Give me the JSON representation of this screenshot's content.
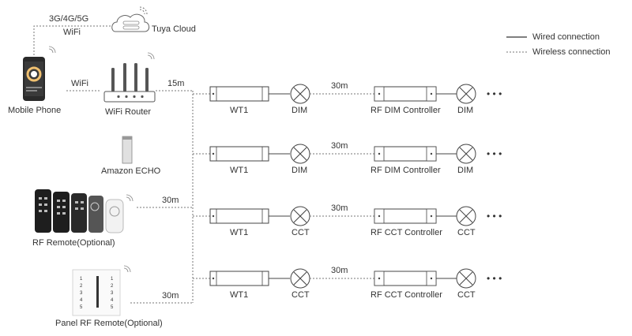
{
  "top": {
    "network_label": "3G/4G/5G",
    "wifi_label": "WiFi",
    "cloud_label": "Tuya Cloud",
    "phone_wifi_label": "WiFi",
    "router_distance": "15m"
  },
  "devices": {
    "phone": "Mobile Phone",
    "router": "WiFi Router",
    "echo": "Amazon ECHO",
    "rf_remote": "RF Remote(Optional)",
    "panel_remote": "Panel RF Remote(Optional)",
    "rf_remote_distance": "30m",
    "panel_remote_distance": "30m"
  },
  "legend": {
    "wired": "Wired connection",
    "wireless": "Wireless connection"
  },
  "rows": [
    {
      "receiver": "WT1",
      "lamp1": "DIM",
      "distance": "30m",
      "controller": "RF DIM Controller",
      "lamp2": "DIM",
      "more": "• • •"
    },
    {
      "receiver": "WT1",
      "lamp1": "DIM",
      "distance": "30m",
      "controller": "RF DIM Controller",
      "lamp2": "DIM",
      "more": "• • •"
    },
    {
      "receiver": "WT1",
      "lamp1": "CCT",
      "distance": "30m",
      "controller": "RF CCT Controller",
      "lamp2": "CCT",
      "more": "• • •"
    },
    {
      "receiver": "WT1",
      "lamp1": "CCT",
      "distance": "30m",
      "controller": "RF CCT Controller",
      "lamp2": "CCT",
      "more": "• • •"
    }
  ],
  "panel_keys": [
    "1",
    "2",
    "3",
    "4",
    "5"
  ]
}
